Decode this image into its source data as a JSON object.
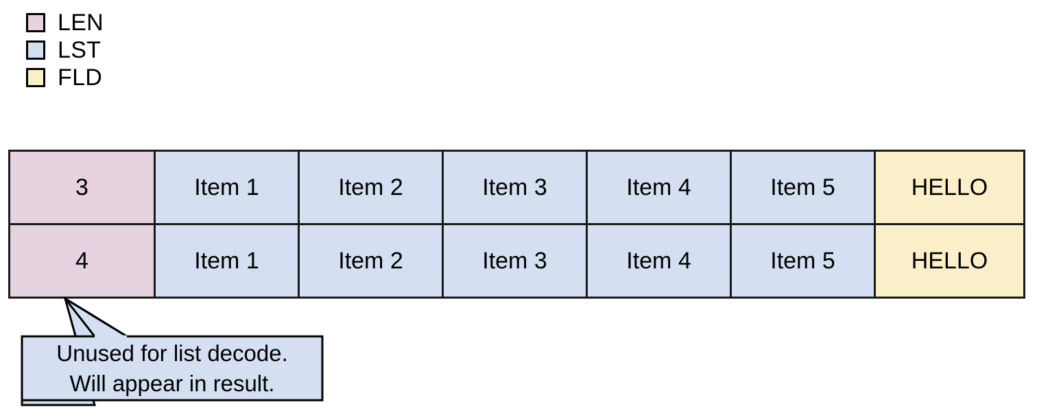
{
  "legend": {
    "items": [
      {
        "label": "LEN",
        "color": "#e6d3df",
        "icon": "swatch-icon"
      },
      {
        "label": "LST",
        "color": "#d4e0f1",
        "icon": "swatch-icon"
      },
      {
        "label": "FLD",
        "color": "#fbefc9",
        "icon": "swatch-icon"
      }
    ]
  },
  "table": {
    "columns": [
      {
        "type": "LEN",
        "color": "#e6d3df"
      },
      {
        "type": "LST",
        "color": "#d4e0f1"
      },
      {
        "type": "LST",
        "color": "#d4e0f1"
      },
      {
        "type": "LST",
        "color": "#d4e0f1"
      },
      {
        "type": "LST",
        "color": "#d4e0f1"
      },
      {
        "type": "LST",
        "color": "#d4e0f1"
      },
      {
        "type": "FLD",
        "color": "#fbefc9"
      }
    ],
    "rows": [
      {
        "len": "3",
        "list": [
          "Item 1",
          "Item 2",
          "Item 3",
          "Item 4",
          "Item 5"
        ],
        "field": "HELLO"
      },
      {
        "len": "4",
        "list": [
          "Item 1",
          "Item 2",
          "Item 3",
          "Item 4",
          "Item 5"
        ],
        "field": "HELLO"
      }
    ]
  },
  "callout": {
    "target": "len-cell-row-2",
    "fill": "#d4e0f1",
    "stroke": "#000000",
    "lines": [
      "Unused for list decode.",
      "Will appear in result."
    ]
  }
}
